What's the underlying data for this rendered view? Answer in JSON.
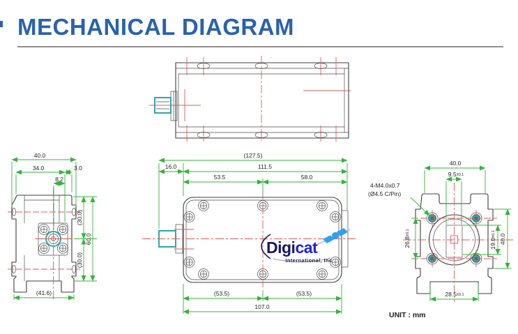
{
  "page": {
    "title": "MECHANICAL DIAGRAM",
    "unit_label": "UNIT : mm"
  },
  "colors": {
    "title_blue": "#2a62ad",
    "dimension_green": "#35b33a",
    "centerline_red": "#e25858",
    "connector_teal": "#2ba8a8",
    "outline_gray": "#3c3c3c"
  },
  "logo": {
    "brand_dark": "Digi",
    "brand_blue": "cat",
    "tagline": "International, Inc"
  },
  "left_view": {
    "dims": {
      "overall_width": "40.0",
      "width_34": "34.0",
      "width_3": "3.0",
      "offset_8_2": "8.2",
      "half_height_top": "(30.0)",
      "half_height_bottom": "(30.0)",
      "overall_height": "60.0",
      "foot_width": "(41.6)"
    }
  },
  "plan_view": {
    "dims": {
      "overall_length": "(127.5)",
      "connector_length": "16.0",
      "body_length": "111.5",
      "front_half": "53.5",
      "rear_half": "58.0",
      "bottom_half_left": "(53.5)",
      "bottom_half_right": "(53.5)",
      "mount_length": "107.0"
    }
  },
  "right_view": {
    "thread_note_line1": "4-M4.0x0.7",
    "thread_note_line2": "(Ø4.5 C/Pin)",
    "dims": {
      "overall_width": "40.0",
      "slot_width": "9.5",
      "slot_width_tol": "±0.1",
      "screw_spacing": "26.8",
      "screw_spacing_tol": "±0.1",
      "bore_height": "19.0",
      "bore_height_tol": "±0.1",
      "overall_height": "40.0",
      "foot_spacing": "28.5",
      "foot_spacing_tol": "±0.1"
    }
  }
}
